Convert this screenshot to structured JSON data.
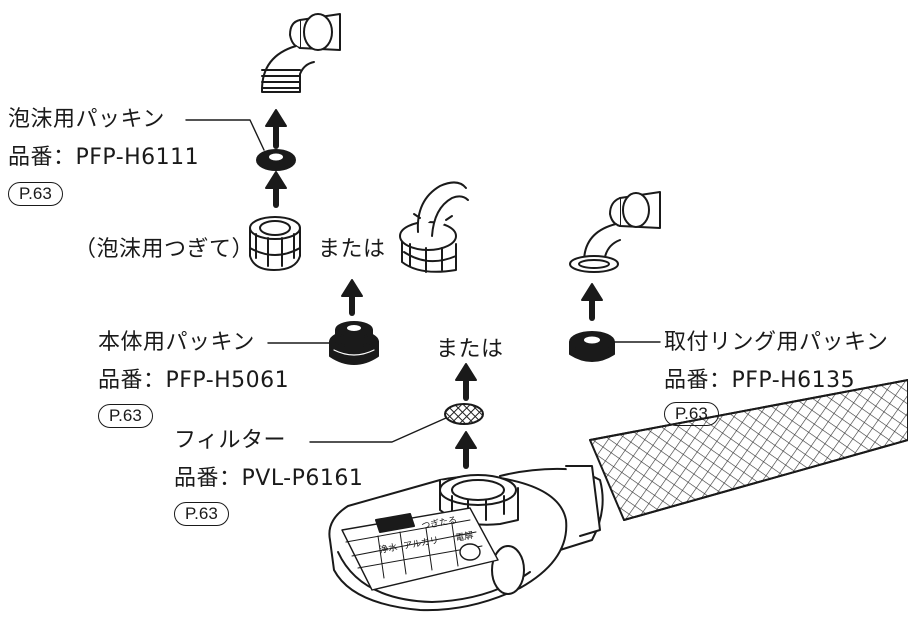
{
  "parts": {
    "foam_packing": {
      "name": "泡沫用パッキン",
      "part_no": "品番：PFP-H6111",
      "ref": "P.63"
    },
    "body_packing": {
      "name": "本体用パッキン",
      "part_no": "品番：PFP-H5061",
      "ref": "P.63"
    },
    "filter": {
      "name": "フィルター",
      "part_no": "品番：PVL-P6161",
      "ref": "P.63"
    },
    "ring_packing": {
      "name": "取付リング用パッキン",
      "part_no": "品番：PFP-H6135",
      "ref": "P.63"
    }
  },
  "joint_label": "（泡沫用つぎて）",
  "or_text_1": "または",
  "or_text_2": "または",
  "panel_labels": [
    "浄水",
    "アルカリ",
    "つぎたる",
    "電解"
  ]
}
